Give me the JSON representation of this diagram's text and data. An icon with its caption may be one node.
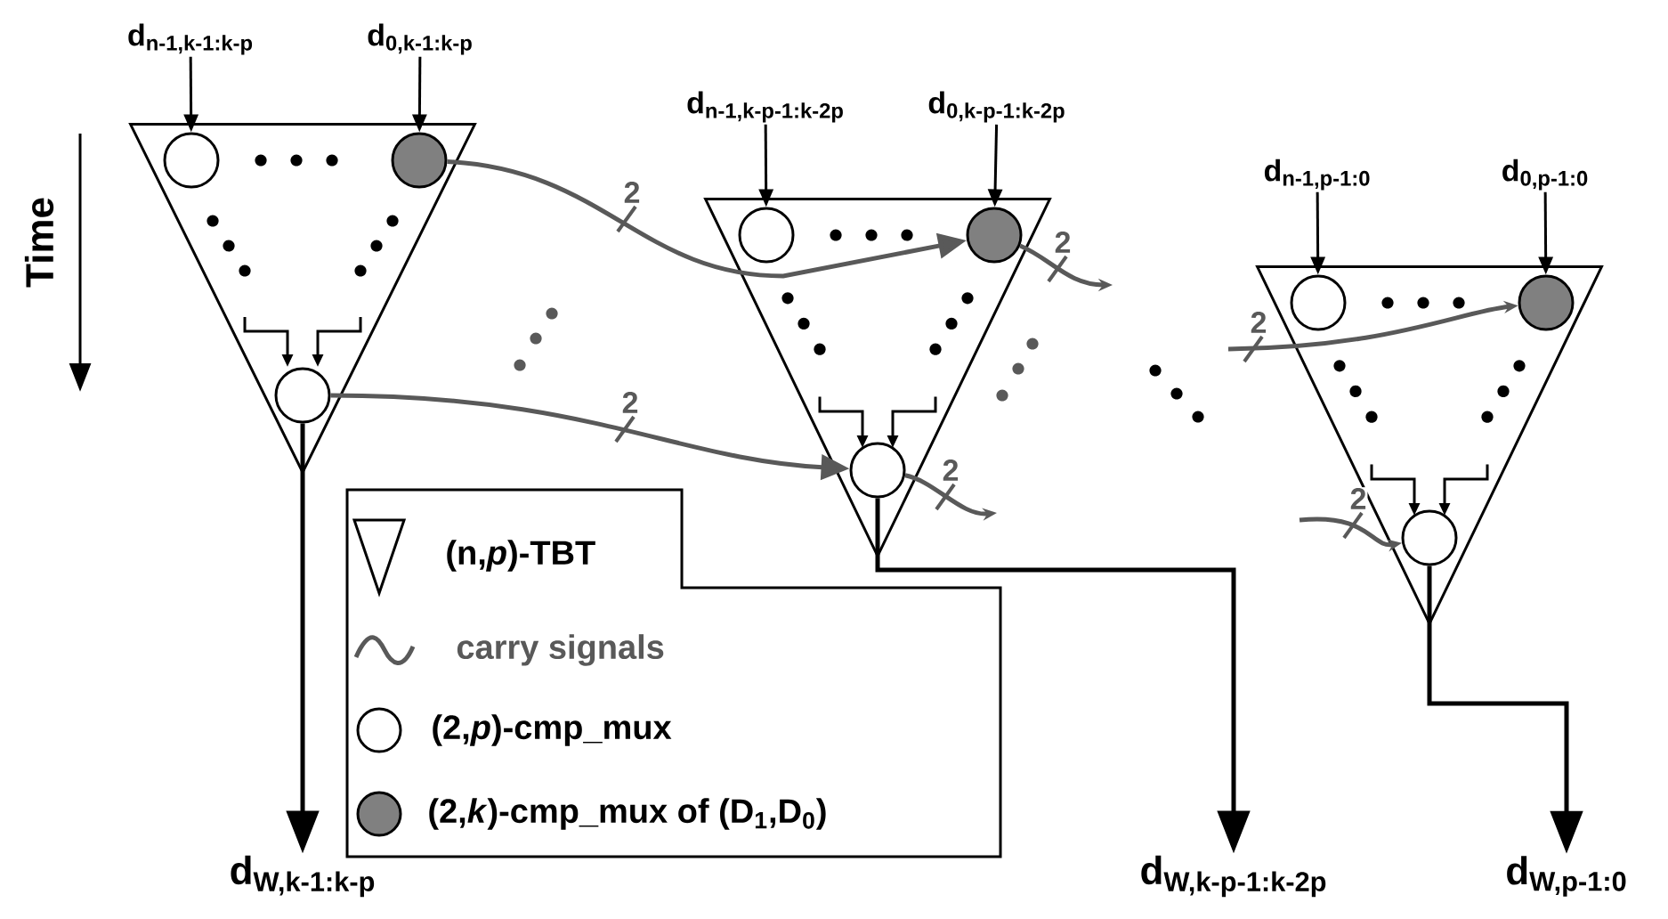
{
  "diagram": {
    "nodes": [
      {
        "text": [
          "d$_{n-1,k-1:k-p}$"
        ]
      },
      {
        "text": [
          "d$_{0,k-1:k-p}$"
        ]
      },
      {
        "text": [],
        "shape": "triangle"
      },
      {
        "text": [],
        "shape": "circle",
        "in": 2
      },
      {
        "text": [],
        "shape": "circle",
        "in": 2
      },
      {
        "text": [],
        "shape": "circle",
        "in": 2
      },
      {
        "text": [
          "d$_{W,k-1:k-p}$"
        ]
      },
      {
        "text": [
          "d$_{n-1,k-p-1:k-2p}$"
        ]
      },
      {
        "text": [
          "d$_{0,k-p-1:k-2p}$"
        ]
      },
      {
        "text": [],
        "shape": "triangle"
      },
      {
        "text": [],
        "shape": "circle",
        "in": 9
      },
      {
        "text": [],
        "shape": "circle",
        "in": 9
      },
      {
        "text": [],
        "shape": "circle",
        "in": 9
      },
      {
        "text": [
          "d$_{W,k-p-1:k-2p}$"
        ]
      },
      {
        "text": [
          "d$_{n-1,p-1:0}$"
        ]
      },
      {
        "text": [
          "d$_{0,p-1:0}$"
        ]
      },
      {
        "text": [],
        "shape": "triangle"
      },
      {
        "text": [],
        "shape": "circle",
        "in": 16
      },
      {
        "text": [],
        "shape": "circle",
        "in": 16
      },
      {
        "text": [],
        "shape": "circle",
        "in": 16
      },
      {
        "text": [
          "d$_{W,p-1:0}$"
        ]
      }
    ],
    "edges": [
      {
        "from": 0,
        "to": 3,
        "arrow": "to"
      },
      {
        "from": 1,
        "to": 4,
        "arrow": "to"
      },
      {
        "from": 5,
        "to": 6,
        "arrow": "to"
      },
      {
        "from": 4,
        "to": 11,
        "arrow": "to",
        "label": "2",
        "color": "#595959"
      },
      {
        "from": 5,
        "to": 12,
        "arrow": "to",
        "label": "2",
        "color": "#595959"
      },
      {
        "from": 7,
        "to": 10,
        "arrow": "to"
      },
      {
        "from": 8,
        "to": 11,
        "arrow": "to"
      },
      {
        "from": 12,
        "to": 13,
        "arrow": "to"
      },
      {
        "from": 11,
        "to": null,
        "arrow": "to",
        "label": "2",
        "color": "#595959"
      },
      {
        "from": 12,
        "to": null,
        "arrow": "to",
        "label": "2",
        "color": "#595959"
      },
      {
        "from": 14,
        "to": 17,
        "arrow": "to"
      },
      {
        "from": 15,
        "to": 18,
        "arrow": "to"
      },
      {
        "from": 19,
        "to": 20,
        "arrow": "to"
      },
      {
        "from": null,
        "to": 18,
        "arrow": "to",
        "label": "2",
        "color": "#595959"
      },
      {
        "from": null,
        "to": 19,
        "arrow": "to",
        "label": "2",
        "color": "#595959"
      }
    ],
    "labels": [
      "Time"
    ],
    "legend": [
      {
        "text": "(n,*p*)-TBT"
      },
      {
        "text": "carry signals"
      },
      {
        "text": "(2,*p*)-cmp_mux"
      },
      {
        "text": "(2,*k*)-cmp_mux of (D$_{1}$,D$_{0}$)",
        "color": "#808080"
      }
    ]
  }
}
